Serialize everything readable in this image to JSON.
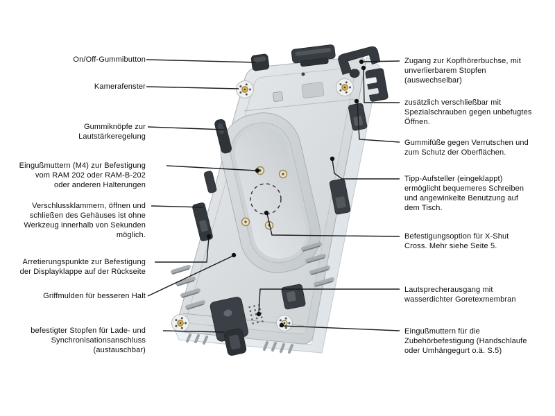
{
  "figure": {
    "type": "product-callout-diagram",
    "language": "de",
    "subject": "Rugged tablet case, back view"
  },
  "callouts": {
    "left": [
      {
        "id": "power-button",
        "label": "On/Off-Gummibutton"
      },
      {
        "id": "camera-window",
        "label": "Kamerafenster"
      },
      {
        "id": "volume-buttons",
        "label": "Gummiknöpfe zur\nLautstärkeregelung"
      },
      {
        "id": "ram-mount-nuts",
        "label": "Eingußmuttern (M4) zur Befestigung\nvom RAM 202 oder RAM-B-202\noder anderen Halterungen"
      },
      {
        "id": "locking-clamps",
        "label": "Verschlussklammern, öffnen und\nschließen des Gehäuses ist ohne\nWerkzeug innerhalb von Sekunden\nmöglich."
      },
      {
        "id": "display-flap-points",
        "label": "Arretierungspunkte zur Befestigung\nder Displayklappe auf der Rückseite"
      },
      {
        "id": "grip-recesses",
        "label": "Griffmulden für besseren Halt"
      },
      {
        "id": "charge-port-plug",
        "label": "befestigter Stopfen für Lade- und\nSynchronisationsanschluss\n(austauschbar)"
      }
    ],
    "right": [
      {
        "id": "headphone-access",
        "label": "Zugang zur Kopfhörerbuchse, mit\nunverlierbarem Stopfen\n(auswechselbar)"
      },
      {
        "id": "security-screws",
        "label": "zusätzlich verschließbar mit\nSpezialschrauben gegen unbefugtes\nÖffnen."
      },
      {
        "id": "rubber-feet",
        "label": "Gummifüße gegen Verrutschen und\nzum Schutz der Oberflächen."
      },
      {
        "id": "kickstand",
        "label": "Tipp-Aufsteller (eingeklappt)\nermöglicht bequemeres Schreiben\nund angewinkelte Benutzung auf\ndem Tisch."
      },
      {
        "id": "x-shut-cross-mount",
        "label": "Befestigungsoption für X-Shut\nCross. Mehr siehe Seite 5."
      },
      {
        "id": "speaker-outlet",
        "label": "Lautsprecherausgang mit\nwasserdichter Goretexmembran"
      },
      {
        "id": "accessory-nuts",
        "label": "Eingußmuttern für die\nZubehörbefestigung (Handschlaufe\noder Umhängegurt o.ä. S.5)"
      }
    ]
  },
  "colors": {
    "background": "#ffffff",
    "text": "#0d0d0d",
    "leader_line": "#1c1c1c",
    "case_light": "#eceef0",
    "case_dark": "#c7ccd0",
    "clamp_dark": "#383e43",
    "insert_gold": "#d9b659",
    "side_face": "#f4f7f9"
  }
}
